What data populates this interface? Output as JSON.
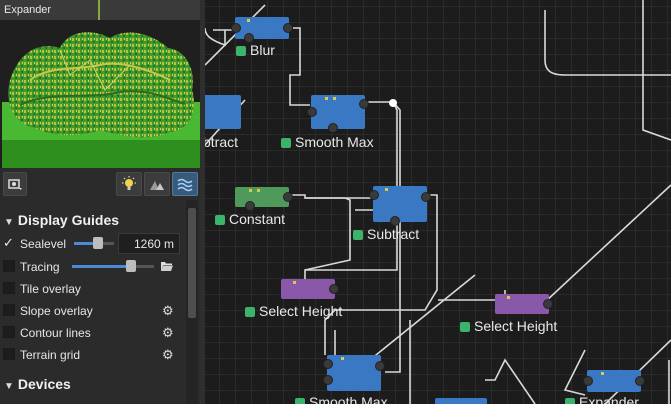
{
  "panel": {
    "title": "Expander"
  },
  "toolbar": {
    "icons": [
      "render-settings-icon",
      "lightbulb-icon",
      "rocks-icon",
      "water-icon"
    ]
  },
  "display_guides": {
    "header": "Display Guides",
    "sealevel": {
      "label": "Sealevel",
      "value": "1260 m",
      "slider_fraction": 0.6,
      "checked": true
    },
    "tracing": {
      "label": "Tracing",
      "slider_fraction": 0.72
    },
    "tile_overlay": {
      "label": "Tile overlay"
    },
    "slope_overlay": {
      "label": "Slope overlay"
    },
    "contour_lines": {
      "label": "Contour lines"
    },
    "terrain_grid": {
      "label": "Terrain grid"
    }
  },
  "devices": {
    "header": "Devices"
  },
  "nodes": [
    {
      "label": "Blur",
      "color": "blue"
    },
    {
      "label": "btract",
      "color": "blue"
    },
    {
      "label": "Smooth Max",
      "color": "blue"
    },
    {
      "label": "Constant",
      "color": "green"
    },
    {
      "label": "Subtract",
      "color": "blue"
    },
    {
      "label": "Select Height",
      "color": "purple"
    },
    {
      "label": "Select Height",
      "color": "purple"
    },
    {
      "label": "Smooth Max",
      "color": "blue"
    },
    {
      "label": "Expander",
      "color": "blue"
    }
  ],
  "colors": {
    "node_blue": "#3a78c4",
    "node_green": "#4f9a5a",
    "node_purple": "#8a58a8",
    "label_dot": "#3bb36a",
    "wire": "#d9d9d9"
  }
}
